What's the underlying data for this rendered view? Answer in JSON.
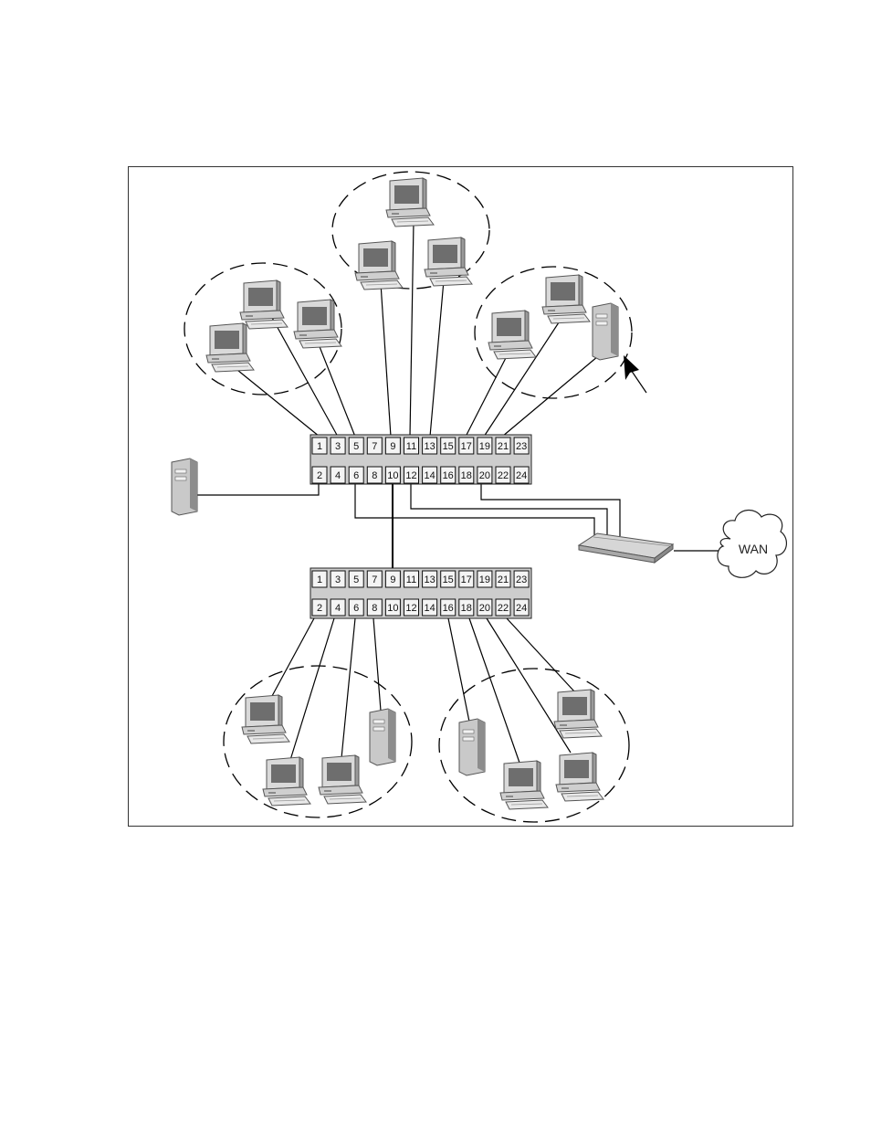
{
  "switches": [
    {
      "id": "switch-top",
      "ports_top": [
        "1",
        "3",
        "5",
        "7",
        "9",
        "11",
        "13",
        "15",
        "17",
        "19",
        "21",
        "23"
      ],
      "ports_bottom": [
        "2",
        "4",
        "6",
        "8",
        "10",
        "12",
        "14",
        "16",
        "18",
        "20",
        "22",
        "24"
      ]
    },
    {
      "id": "switch-bottom",
      "ports_top": [
        "1",
        "3",
        "5",
        "7",
        "9",
        "11",
        "13",
        "15",
        "17",
        "19",
        "21",
        "23"
      ],
      "ports_bottom": [
        "2",
        "4",
        "6",
        "8",
        "10",
        "12",
        "14",
        "16",
        "18",
        "20",
        "22",
        "24"
      ]
    }
  ],
  "wan": {
    "label": "WAN"
  },
  "icons": {
    "workstation": "computer-icon",
    "server": "server-icon",
    "router": "router-icon",
    "cloud": "wan-cloud-icon",
    "pointer": "arrow-pointer-icon"
  },
  "colors": {
    "device_fill": "#d4d4d4",
    "device_dark": "#8a8a8a",
    "line": "#000000"
  }
}
